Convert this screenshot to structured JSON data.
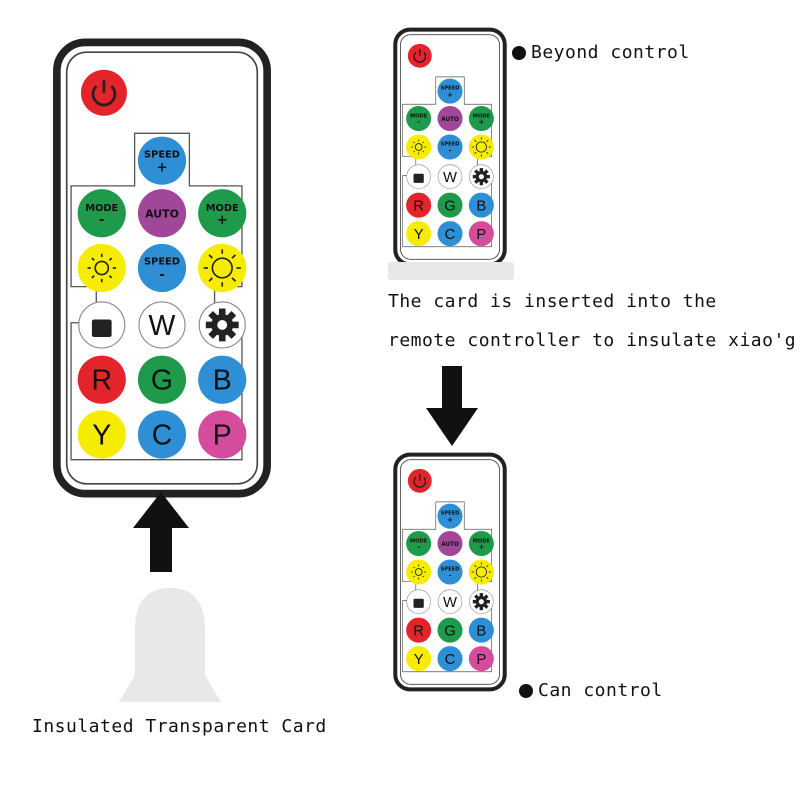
{
  "labels": {
    "top_right": "Beyond control",
    "bottom_right": "Can control",
    "middle_line1": "The card is inserted into the",
    "middle_line2": "remote controller to insulate xiao'g",
    "bottom_left": "Insulated Transparent Card"
  },
  "remote": {
    "speed_up": {
      "line1": "SPEED",
      "line2": "+",
      "color": "#2e8fd6"
    },
    "mode_minus": {
      "line1": "MODE",
      "line2": "-",
      "color": "#1f9a4b"
    },
    "auto": {
      "line1": "AUTO",
      "color": "#a1479a"
    },
    "mode_plus": {
      "line1": "MODE",
      "line2": "+",
      "color": "#1f9a4b"
    },
    "speed_down": {
      "line1": "SPEED",
      "line2": "-",
      "color": "#2e8fd6"
    },
    "white": {
      "label": "W"
    },
    "red": {
      "label": "R",
      "color": "#e3242b"
    },
    "green": {
      "label": "G",
      "color": "#1f9a4b"
    },
    "blue": {
      "label": "B",
      "color": "#2e8fd6"
    },
    "yellow": {
      "label": "Y",
      "color": "#f5ec00"
    },
    "cyan": {
      "label": "C",
      "color": "#2e8fd6"
    },
    "purple": {
      "label": "P",
      "color": "#d44c9c"
    },
    "power_color": "#e3242b",
    "bright_color": "#f5ec00"
  },
  "icons": [
    "power-icon",
    "brightness-down-icon",
    "brightness-up-icon",
    "pause-icon",
    "gear-icon",
    "arrow-up-icon",
    "arrow-down-icon",
    "bullet-icon",
    "insulating-card-icon"
  ]
}
